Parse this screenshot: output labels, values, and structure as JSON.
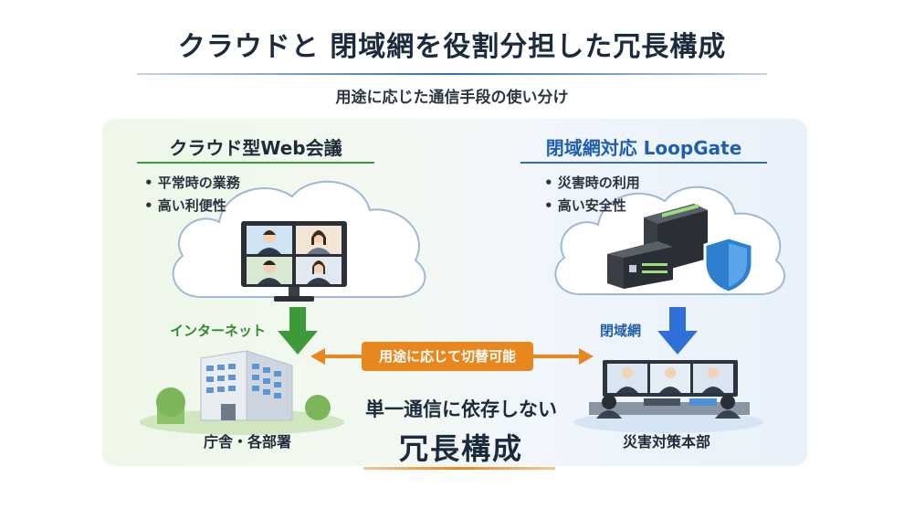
{
  "title": "クラウドと 閉域網を役割分担した冗長構成",
  "subtitle": "用途に応じた通信手段の使い分け",
  "left": {
    "heading": "クラウド型Web会議",
    "bullets": [
      "• 平常時の業務",
      "• 高い利便性"
    ],
    "connection_label": "インターネット",
    "site_label": "庁舎・各部署"
  },
  "right": {
    "heading": "閉域網対応 LoopGate",
    "bullets": [
      "• 災害時の利用",
      "• 高い安全性"
    ],
    "connection_label": "閉域網",
    "site_label": "災害対策本部"
  },
  "switch_label": "用途に応じて切替可能",
  "center": {
    "line1": "単一通信に依存しない",
    "line2": "冗長構成"
  },
  "colors": {
    "green": "#3d9a3a",
    "blue": "#2f6fb8",
    "orange": "#e8871e"
  },
  "icons": [
    "cloud-icon",
    "video-conference-monitor-icon",
    "server-icon",
    "shield-icon",
    "office-building-icon",
    "meeting-room-icon",
    "down-arrow-icon",
    "double-arrow-icon"
  ]
}
